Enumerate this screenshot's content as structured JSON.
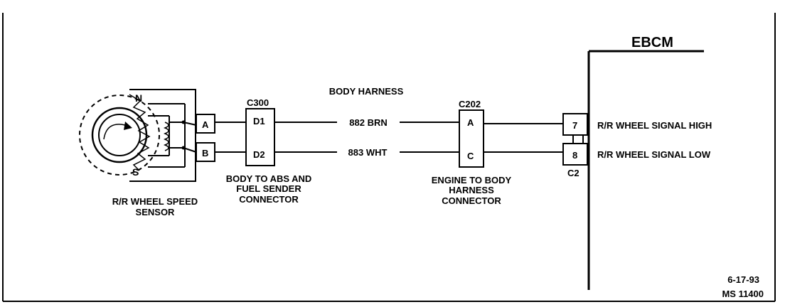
{
  "ebcm": {
    "title": "EBCM"
  },
  "sensor": {
    "pin_n": "N",
    "pin_s": "S",
    "label_line1": "R/R WHEEL SPEED",
    "label_line2": "SENSOR",
    "terminal_a": "A",
    "terminal_b": "B"
  },
  "c300": {
    "id": "C300",
    "pin1": "D1",
    "pin2": "D2",
    "desc_line1": "BODY TO ABS AND",
    "desc_line2": "FUEL SENDER",
    "desc_line3": "CONNECTOR"
  },
  "harness": {
    "title": "BODY HARNESS"
  },
  "wires": {
    "wire1": "882 BRN",
    "wire2": "883 WHT"
  },
  "c202": {
    "id": "C202",
    "pin1": "A",
    "pin2": "C",
    "desc_line1": "ENGINE TO BODY",
    "desc_line2": "HARNESS",
    "desc_line3": "CONNECTOR"
  },
  "c2": {
    "id": "C2",
    "pin1": "7",
    "pin2": "8",
    "signal_high": "R/R WHEEL SIGNAL HIGH",
    "signal_low": "R/R WHEEL SIGNAL LOW"
  },
  "footer": {
    "date": "6-17-93",
    "code": "MS 11400"
  }
}
